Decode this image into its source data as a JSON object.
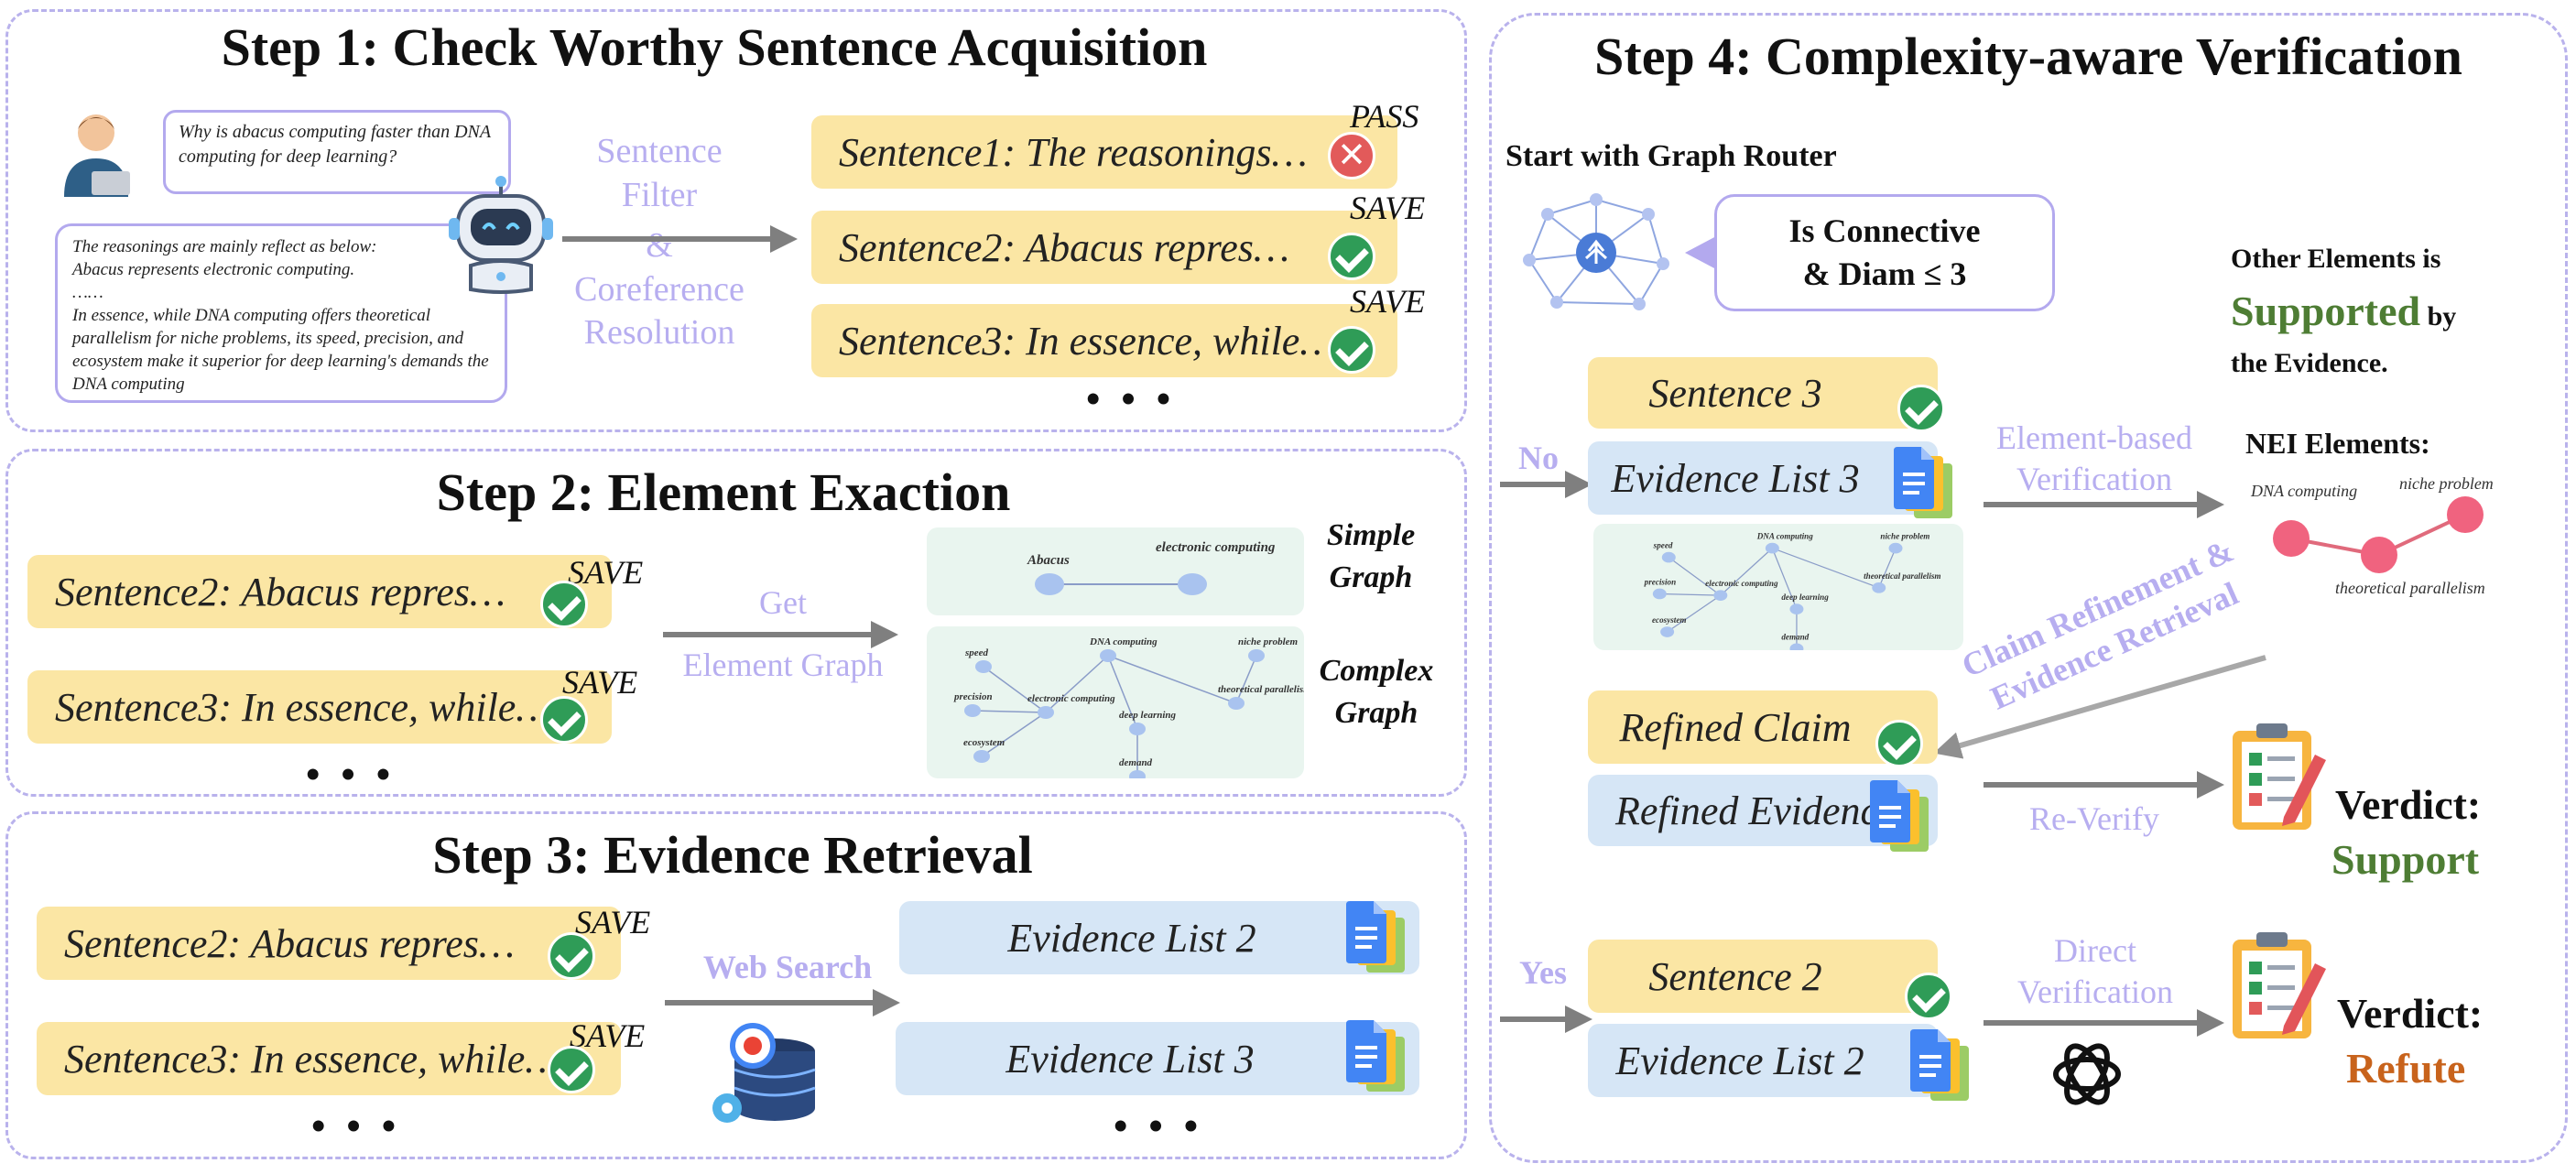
{
  "step1": {
    "title": "Step 1: Check Worthy Sentence Acquisition",
    "user_question": "Why is abacus computing faster than DNA computing for deep learning?",
    "bot_answer": {
      "line1": "The reasonings are mainly reflect as below:",
      "line2": "Abacus represents electronic computing.",
      "line3": "……",
      "line4": "In essence, while DNA computing offers theoretical parallelism for niche problems, its speed, precision, and ecosystem make it superior for deep learning's demands the DNA computing"
    },
    "filter_label_1": "Sentence",
    "filter_label_2": "Filter",
    "filter_label_3": "&",
    "filter_label_4": "Coreference",
    "filter_label_5": "Resolution",
    "sentences": [
      {
        "text": "Sentence1:  The reasonings…",
        "tag": "PASS"
      },
      {
        "text": "Sentence2:  Abacus repres…",
        "tag": "SAVE"
      },
      {
        "text": "Sentence3:  In essence, while…",
        "tag": "SAVE"
      }
    ],
    "ellipsis": "• • •"
  },
  "step2": {
    "title": "Step 2: Element Exaction",
    "sentences": [
      {
        "text": "Sentence2:  Abacus repres…",
        "tag": "SAVE"
      },
      {
        "text": "Sentence3:  In essence, while…",
        "tag": "SAVE"
      }
    ],
    "get_label_1": "Get",
    "get_label_2": "Element Graph",
    "simple_graph_1": "Simple",
    "simple_graph_2": "Graph",
    "complex_graph_1": "Complex",
    "complex_graph_2": "Graph",
    "simple_nodes": [
      "Abacus",
      "electronic computing"
    ],
    "complex_nodes": [
      "speed",
      "precision",
      "electronic computing",
      "ecosystem",
      "DNA computing",
      "deep learning",
      "demand",
      "niche problem",
      "theoretical parallelism"
    ],
    "ellipsis": "• • •"
  },
  "step3": {
    "title": "Step 3: Evidence Retrieval",
    "sentences": [
      {
        "text": "Sentence2:  Abacus repres…",
        "tag": "SAVE"
      },
      {
        "text": "Sentence3:  In essence, while…",
        "tag": "SAVE"
      }
    ],
    "web_search": "Web Search",
    "evidence": [
      "Evidence List 2",
      "Evidence List 3"
    ],
    "ellipsis": "• • •"
  },
  "step4": {
    "title": "Step 4: Complexity-aware Verification",
    "router_title": "Start with Graph Router",
    "router_question_1": "Is Connective",
    "router_question_2": "& Diam ≤ 3",
    "no": "No",
    "yes": "Yes",
    "sentence3": "Sentence 3",
    "evidence3": "Evidence List 3",
    "element_verif_1": "Element-based",
    "element_verif_2": "Verification",
    "other_elements_1": "Other Elements is",
    "other_elements_supported": "Supported",
    "other_elements_by": "by",
    "other_elements_2": "the Evidence.",
    "nei_title": "NEI Elements:",
    "nei_nodes": [
      "DNA computing",
      "niche problem",
      "theoretical parallelism"
    ],
    "refinement_1": "Claim Refinement &",
    "refinement_2": "Evidence Retrieval",
    "refined_claim": "Refined Claim",
    "refined_evidence": "Refined Evidence",
    "reverify": "Re-Verify",
    "verdict_label": "Verdict:",
    "verdict_support": "Support",
    "sentence2": "Sentence 2",
    "evidence2": "Evidence List 2",
    "direct_1": "Direct",
    "direct_2": "Verification",
    "verdict_refute": "Refute",
    "colors": {
      "support": "#4e7d34",
      "refute": "#c8631c",
      "purple": "#b7aef0",
      "sentence_bg": "#fbe6a4",
      "evidence_bg": "#d6e6f6"
    }
  }
}
